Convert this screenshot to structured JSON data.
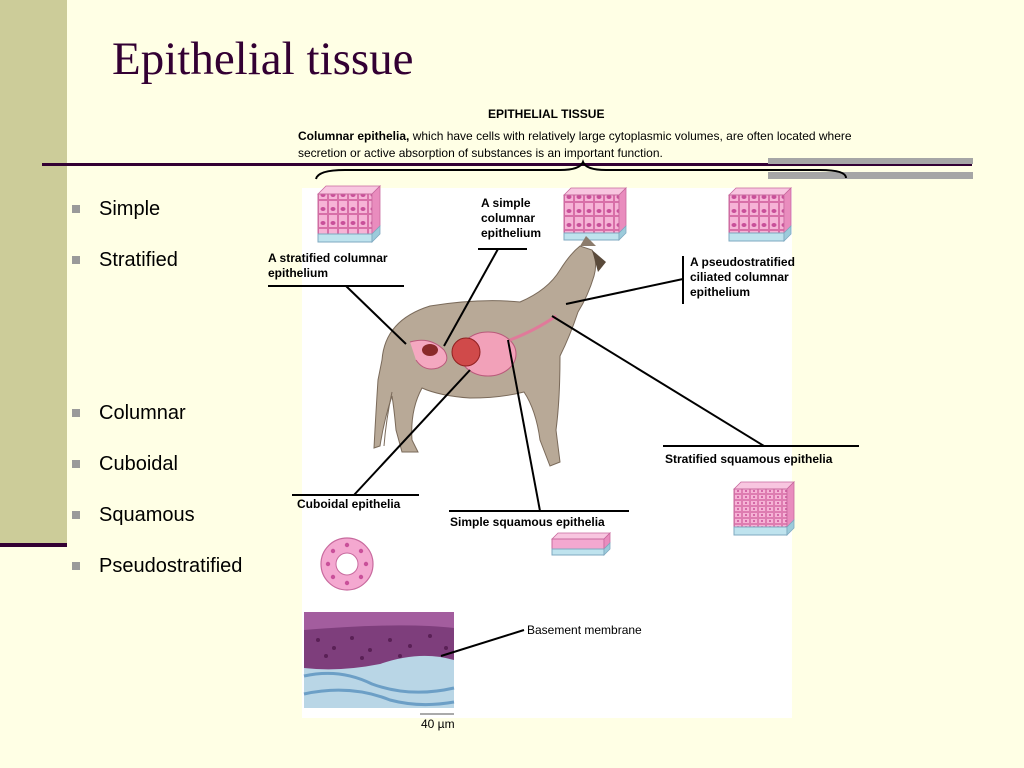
{
  "slide": {
    "title": "Epithelial tissue",
    "bullets": [
      "Simple",
      "Stratified",
      "Columnar",
      "Cuboidal",
      "Squamous",
      "Pseudostratified"
    ]
  },
  "figure": {
    "heading": "EPITHELIAL TISSUE",
    "caption_bold": "Columnar epithelia,",
    "caption_rest": " which have cells with relatively large cytoplasmic volumes, are often located where secretion or active absorption of substances is an important function.",
    "labels": {
      "simple_columnar_1": "A simple",
      "simple_columnar_2": "columnar",
      "simple_columnar_3": "epithelium",
      "stratified_columnar_1": "A stratified columnar",
      "stratified_columnar_2": "epithelium",
      "pseudostratified_1": "A pseudostratified",
      "pseudostratified_2": "ciliated columnar",
      "pseudostratified_3": "epithelium",
      "stratified_squamous": "Stratified squamous epithelia",
      "cuboidal": "Cuboidal epithelia",
      "simple_squamous": "Simple squamous epithelia",
      "basement_membrane": "Basement membrane",
      "scale_bar": "40 µm"
    }
  },
  "colors": {
    "background": "#FFFFE5",
    "sidebar": "#CCCC99",
    "accent": "#330033",
    "gray_rule": "#A6A6A6",
    "cell_pink": "#F29AC9",
    "membrane_blue": "#BFE3EE"
  }
}
